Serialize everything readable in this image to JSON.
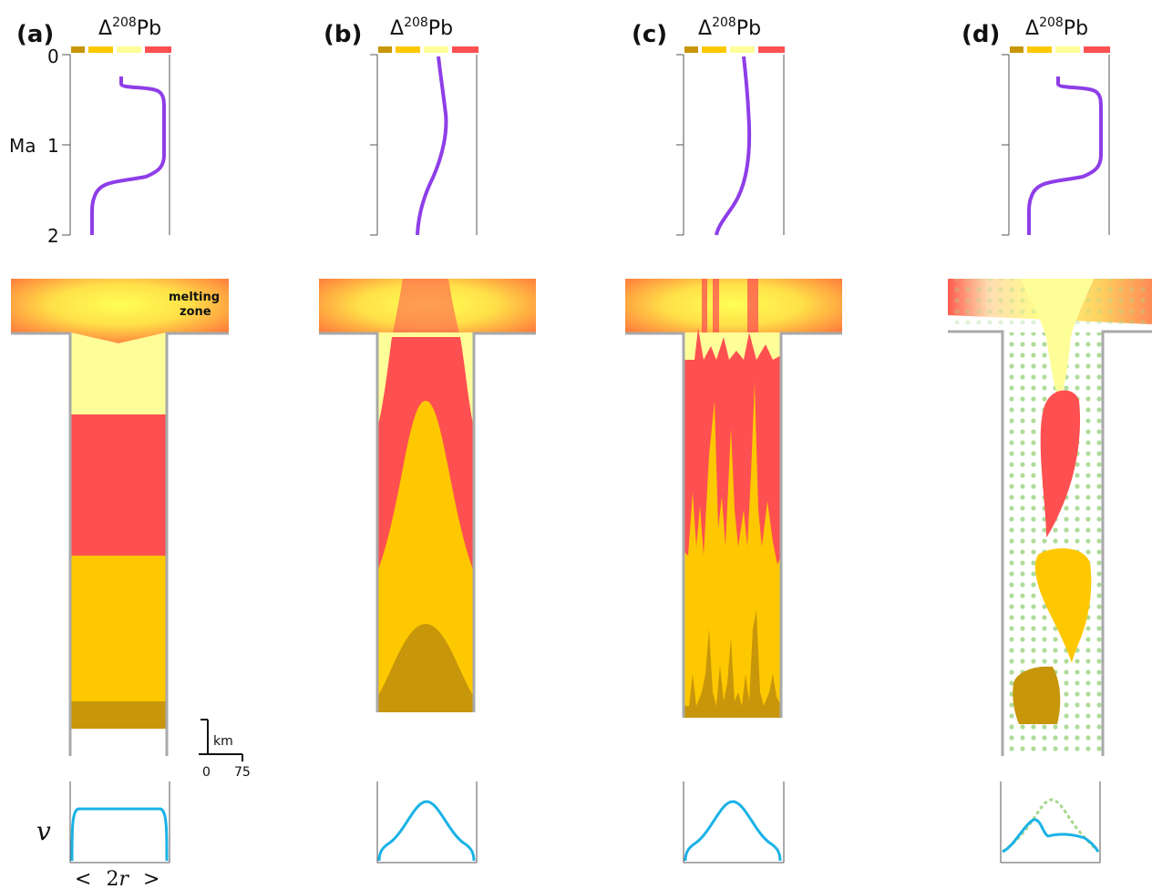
{
  "panels": [
    {
      "id": "a",
      "label": "(a)",
      "isotope_symbol": "Δ",
      "isotope_mass": "208",
      "isotope_element": "Pb"
    },
    {
      "id": "b",
      "label": "(b)",
      "isotope_symbol": "Δ",
      "isotope_mass": "208",
      "isotope_element": "Pb"
    },
    {
      "id": "c",
      "label": "(c)",
      "isotope_symbol": "Δ",
      "isotope_mass": "208",
      "isotope_element": "Pb"
    },
    {
      "id": "d",
      "label": "(d)",
      "isotope_symbol": "Δ",
      "isotope_mass": "208",
      "isotope_element": "Pb"
    }
  ],
  "time_axis": {
    "unit": "Ma",
    "ticks": [
      "0",
      "1",
      "2"
    ]
  },
  "melting_zone_label": [
    "melting",
    "zone"
  ],
  "scale_bar": {
    "vertical_label": "km",
    "min_label": "0",
    "max_label": "75"
  },
  "velocity_label": "v",
  "width_label": {
    "left": "<",
    "value": "2",
    "italic": "r",
    "right": ">"
  },
  "colors": {
    "brown": "#c8960a",
    "orange_yellow": "#fec800",
    "pale_yellow": "#fefe99",
    "red": "#fe5050",
    "purple_curve": "#8e3ee8",
    "blue_curve": "#1ab2e6",
    "green_dots": "#9fd48a",
    "conduit_wall": "#a9a9a9"
  }
}
